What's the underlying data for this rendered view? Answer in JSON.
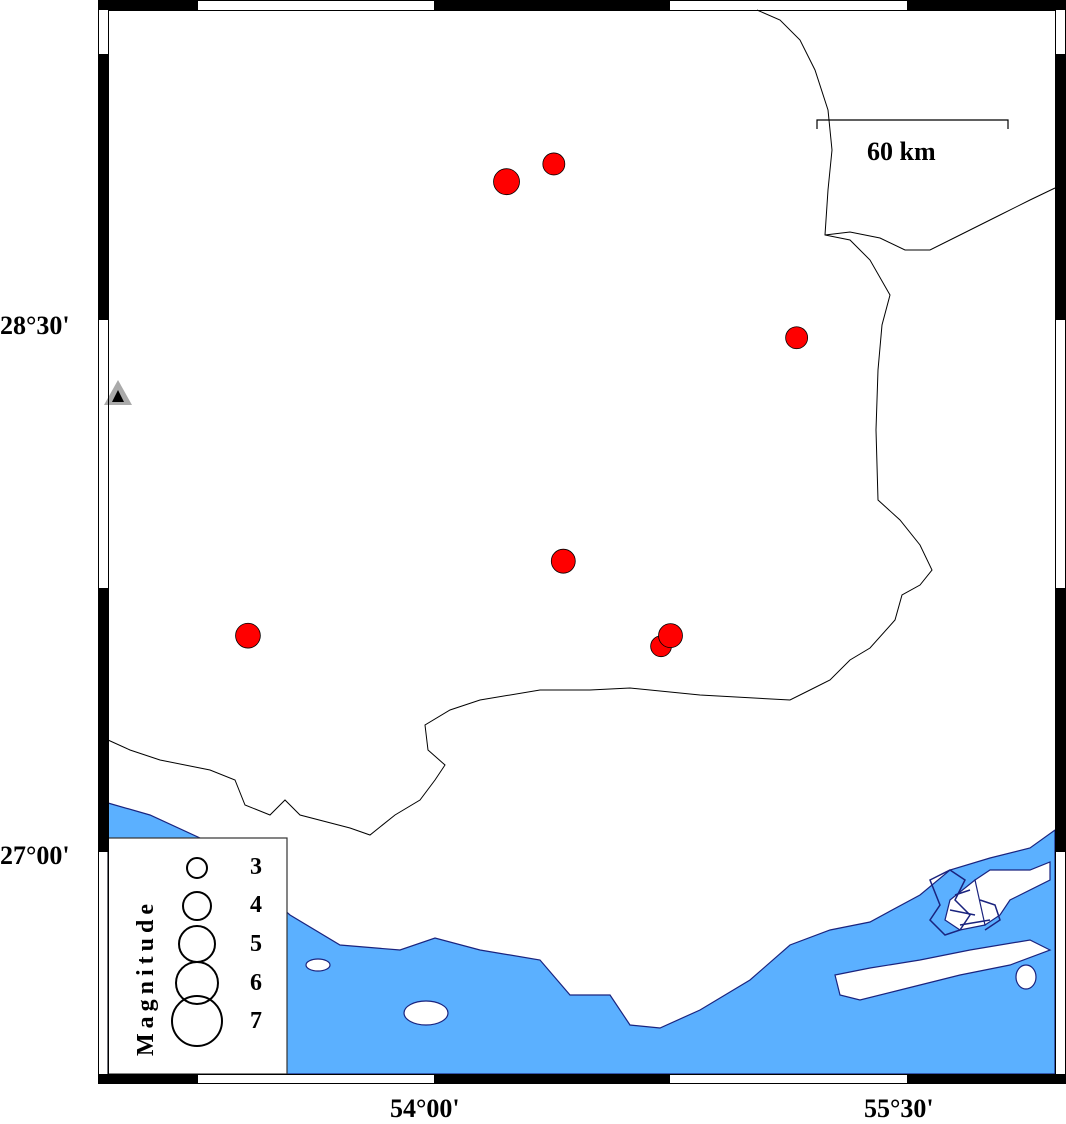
{
  "map": {
    "lat_labels": [
      "28°30'",
      "27°00'"
    ],
    "lon_labels": [
      "54°00'",
      "55°30'"
    ],
    "scale_bar_label": "60 km",
    "colors": {
      "sea": "#5bb0ff",
      "land": "#ffffff",
      "event": "#ff0000",
      "coast_detail": "#1a237e"
    },
    "events": [
      {
        "lon": 54.23,
        "lat": 28.89,
        "mag": 5.5
      },
      {
        "lon": 54.38,
        "lat": 28.94,
        "mag": 4.5
      },
      {
        "lon": 55.15,
        "lat": 28.45,
        "mag": 4.5
      },
      {
        "lon": 54.41,
        "lat": 27.82,
        "mag": 5
      },
      {
        "lon": 53.41,
        "lat": 27.61,
        "mag": 5.2
      },
      {
        "lon": 54.72,
        "lat": 27.58,
        "mag": 4.2
      },
      {
        "lon": 54.75,
        "lat": 27.61,
        "mag": 5
      }
    ],
    "station_icon": "triangle-station-icon"
  },
  "legend": {
    "title": "Magnitude",
    "entries": [
      "3",
      "4",
      "5",
      "6",
      "7"
    ]
  }
}
